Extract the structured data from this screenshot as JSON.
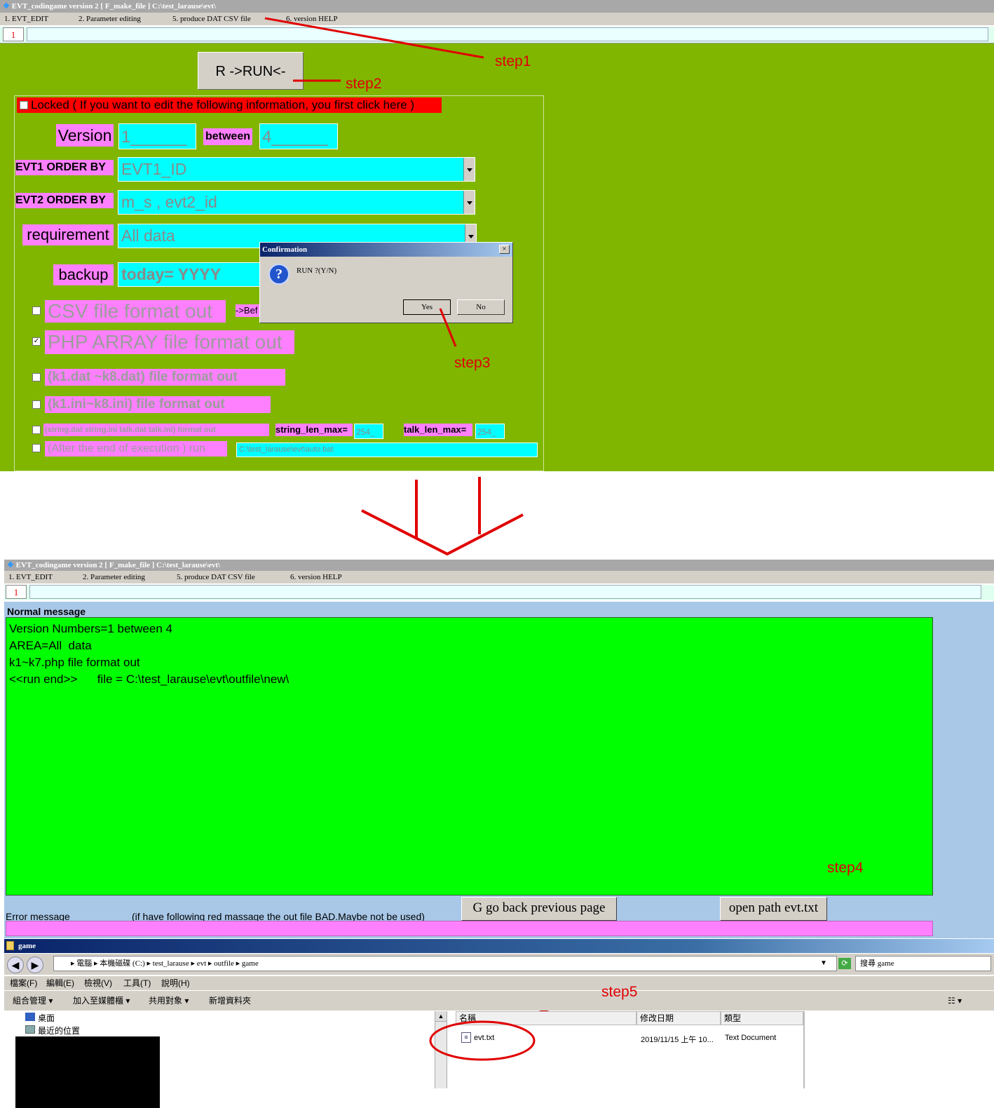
{
  "window1": {
    "title": "EVT_codingame version 2    [ F_make_file ]     C:\\test_larause\\evt\\",
    "menu": [
      "1.  EVT_EDIT",
      "2.  Parameter editing",
      "5.  produce DAT CSV file",
      "6. version HELP"
    ],
    "tab_number": "1",
    "run_button": "R ->RUN<-",
    "locked_text": "Locked  ( If you want to edit the following information, you first click here )",
    "version_label": "Version",
    "version_value": "1______",
    "between_label": "between",
    "between_value": "4______",
    "evt1_label": "EVT1 ORDER BY",
    "evt1_value": "EVT1_ID",
    "evt2_label": "EVT2 ORDER BY",
    "evt2_value": "m_s , evt2_id",
    "requirement_label": "requirement",
    "requirement_value": "All  data",
    "backup_label": "backup",
    "backup_value": "today= YYYY",
    "csv_label": "CSV file format out",
    "csv_extra": "->Bef",
    "php_label": "PHP ARRAY file format out",
    "dat_label": "(k1.dat ~k8.dat) file format out",
    "ini_label": "(k1.ini~k8.ini) file format out",
    "string_label": "(string.dat string.ini  talk.dat talk.ini)  format out",
    "string_len_label": "string_len_max=",
    "string_len_value": "254_",
    "talk_len_label": "talk_len_max=",
    "talk_len_value": "254_",
    "after_label": "(After the end of execution ) run",
    "after_value": "C:\\test_larause\\evt\\auto.bat"
  },
  "dialog": {
    "title": "Confirmation",
    "close": "×",
    "message": "RUN ?(Y/N)",
    "yes": "Yes",
    "no": "No"
  },
  "steps": [
    "step1",
    "step2",
    "step3",
    "step4",
    "step5"
  ],
  "window2": {
    "title": "EVT_codingame version 2    [ F_make_file ]     C:\\test_larause\\evt\\",
    "menu": [
      "1.  EVT_EDIT",
      "2.  Parameter editing",
      "5.  produce DAT CSV file",
      "6. version HELP"
    ],
    "tab_number": "1",
    "normal_message_label": "Normal message",
    "messages": [
      "Version Numbers=1 between 4",
      "AREA=All  data",
      "k1~k7.php file format out",
      "<<run end>>      file = C:\\test_larause\\evt\\outfile\\new\\"
    ],
    "error_label": "Error  message",
    "error_note": "(if have following red massage the out file BAD.Maybe not be used)",
    "back_button": "G  go back previous page",
    "open_button": "open  path evt.txt"
  },
  "explorer": {
    "title": "game",
    "path": "▸ 電腦 ▸ 本機磁碟 (C:) ▸ test_larause ▸ evt ▸ outfile ▸ game",
    "search_placeholder": "搜尋 game",
    "menu": [
      "檔案(F)",
      "編輯(E)",
      "檢視(V)",
      "工具(T)",
      "說明(H)"
    ],
    "toolbar": [
      "組合管理 ▾",
      "加入至媒體櫃 ▾",
      "共用對象 ▾",
      "新增資料夾"
    ],
    "nav": [
      "桌面",
      "最近的位置"
    ],
    "columns": [
      "名稱",
      "修改日期",
      "類型"
    ],
    "file": {
      "name": "evt.txt",
      "date": "2019/11/15 上午 10...",
      "type": "Text Document"
    }
  },
  "colors": {
    "olive": "#80b600",
    "cyan": "#00ffff",
    "pink": "#ff80ff",
    "green": "#00ff00",
    "annotation_red": "#e00000"
  }
}
